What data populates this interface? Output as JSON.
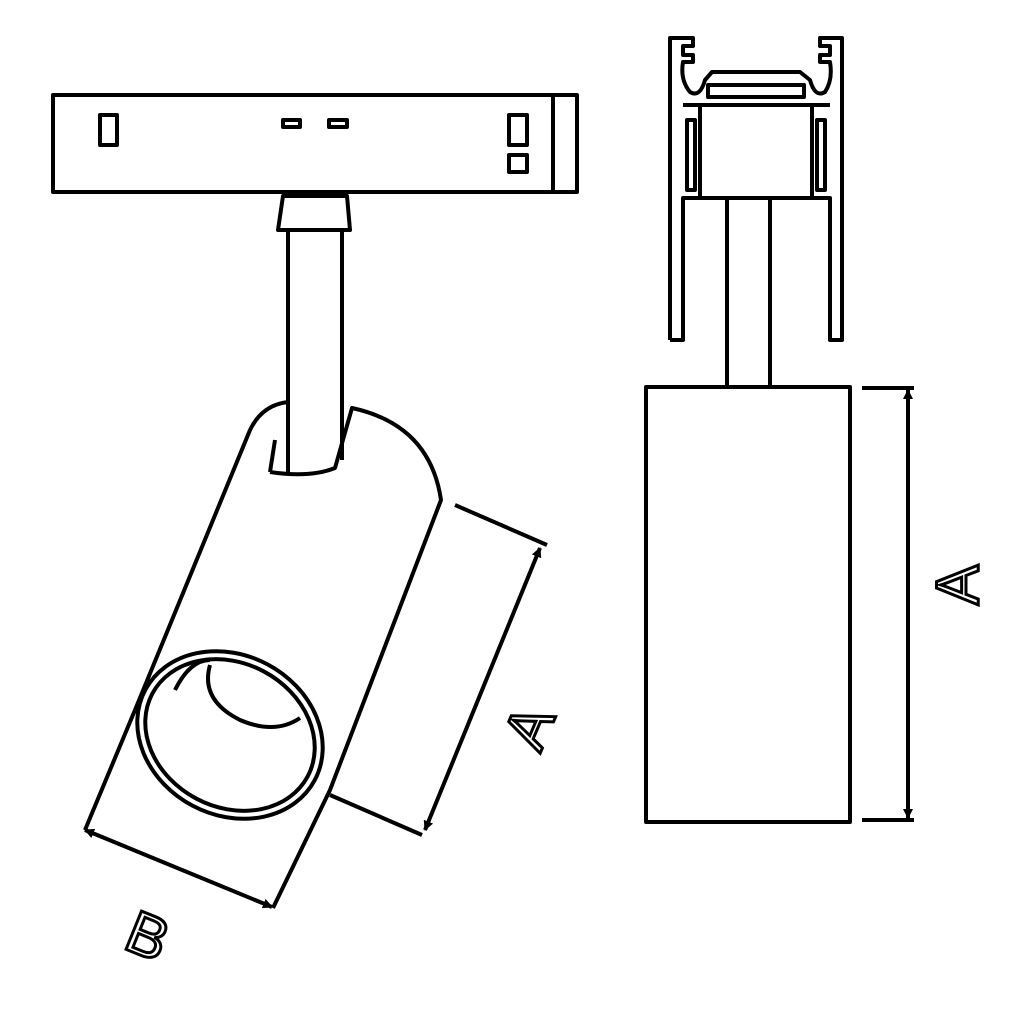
{
  "labels": {
    "side_length": "A",
    "side_diameter": "B",
    "front_length": "A"
  },
  "colors": {
    "line": "#000000",
    "background": "#ffffff"
  }
}
